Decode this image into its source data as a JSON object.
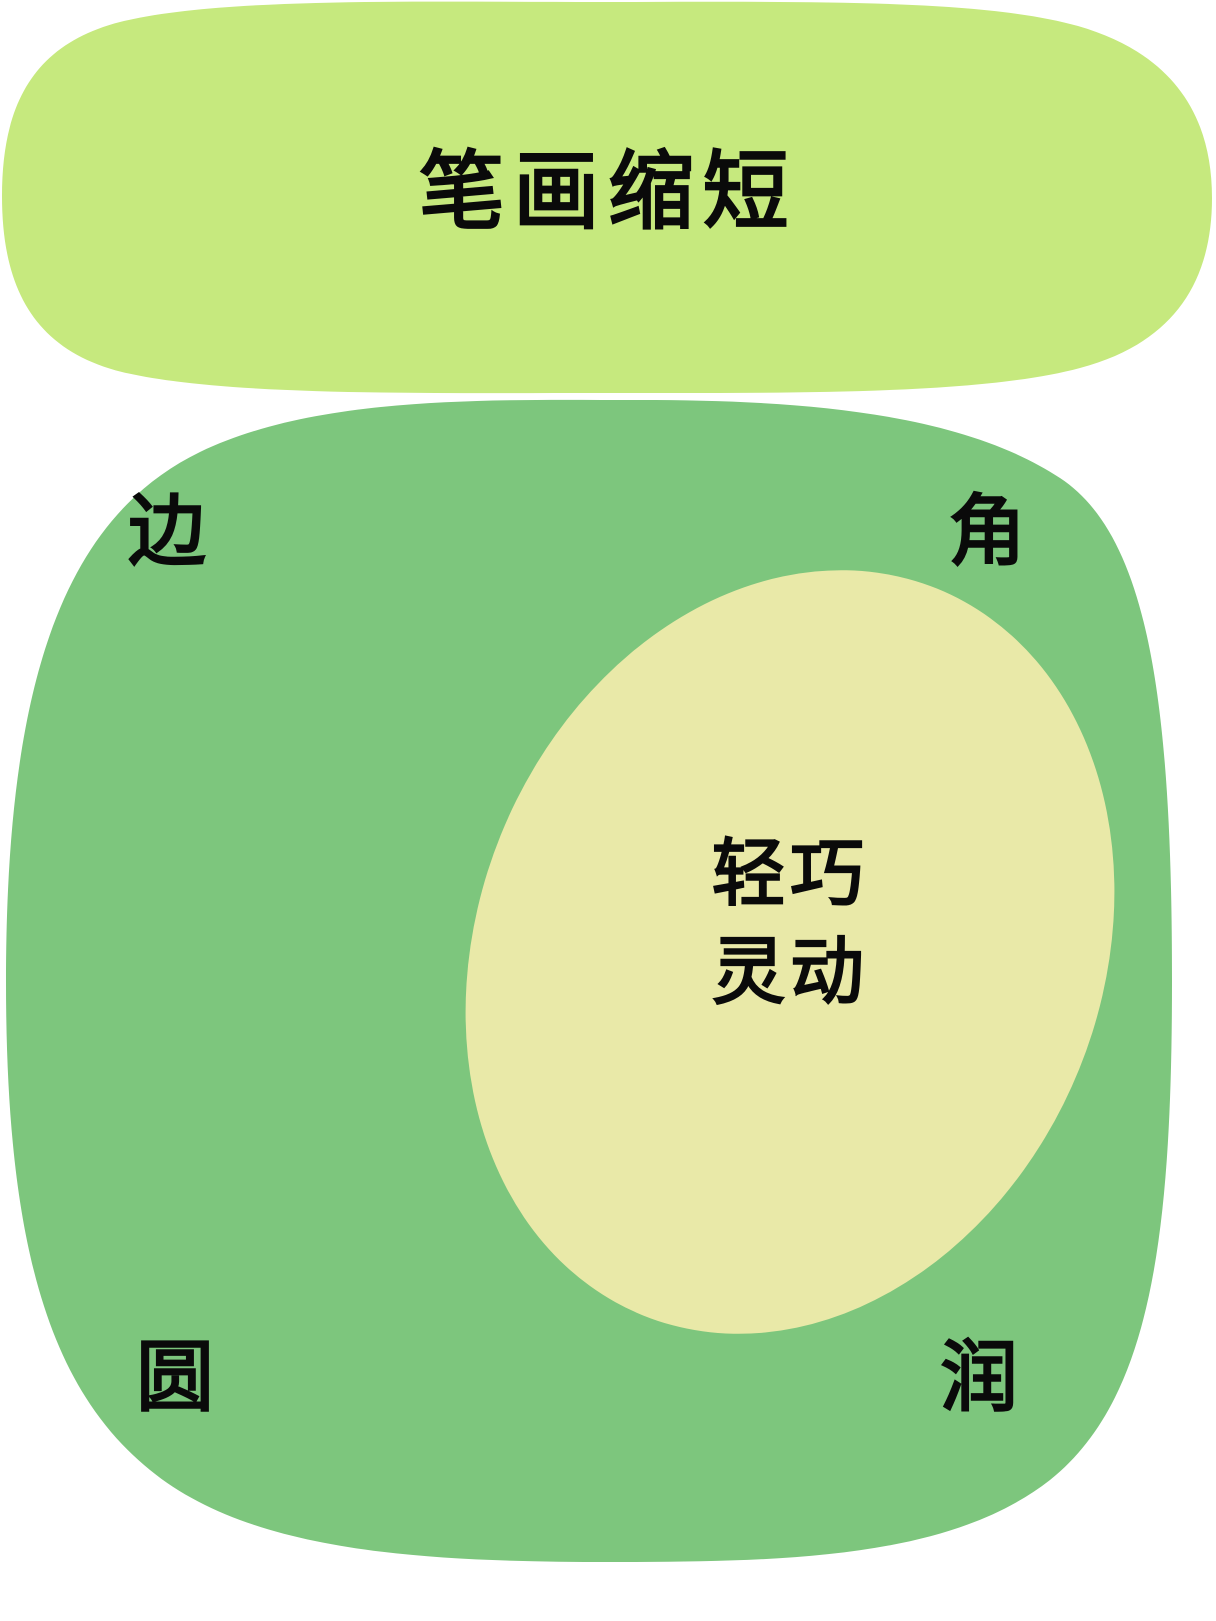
{
  "diagram": {
    "title": "笔画缩短",
    "type": "nested-region-diagram",
    "banner": {
      "label": "笔画缩短",
      "fill": "#c6e97e",
      "shape": "rounded-rectangle"
    },
    "outer_region": {
      "label": "",
      "fill": "#7dc67d",
      "shape": "squircle",
      "corner_labels": [
        {
          "position": "top-left",
          "text": "边"
        },
        {
          "position": "top-right",
          "text": "角"
        },
        {
          "position": "bottom-left",
          "text": "圆"
        },
        {
          "position": "bottom-right",
          "text": "润"
        }
      ]
    },
    "inner_region": {
      "fill": "#e9e9a8",
      "shape": "rotated-ellipse",
      "rotation_deg": 22,
      "lines": [
        "轻巧",
        "灵动"
      ],
      "text": "轻巧\n灵动"
    },
    "text_color": "#0a0a0a",
    "background": "#ffffff"
  }
}
